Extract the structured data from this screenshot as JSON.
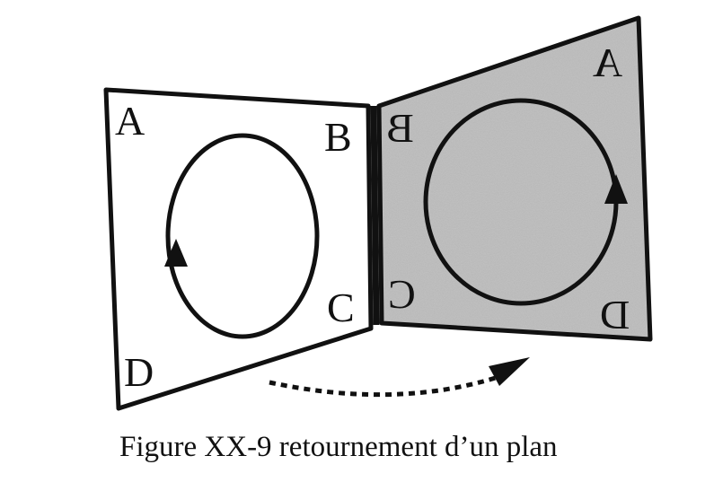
{
  "panels": {
    "left": {
      "labels": {
        "a": "A",
        "b": "B",
        "c": "C",
        "d": "D"
      }
    },
    "right": {
      "labels": {
        "a": "A",
        "b": "B",
        "c": "C",
        "d": "D"
      }
    }
  },
  "caption": "Figure XX-9 retournement d’un plan",
  "colors": {
    "shaded_panel": "#b9b9b9",
    "ink": "#111111"
  }
}
